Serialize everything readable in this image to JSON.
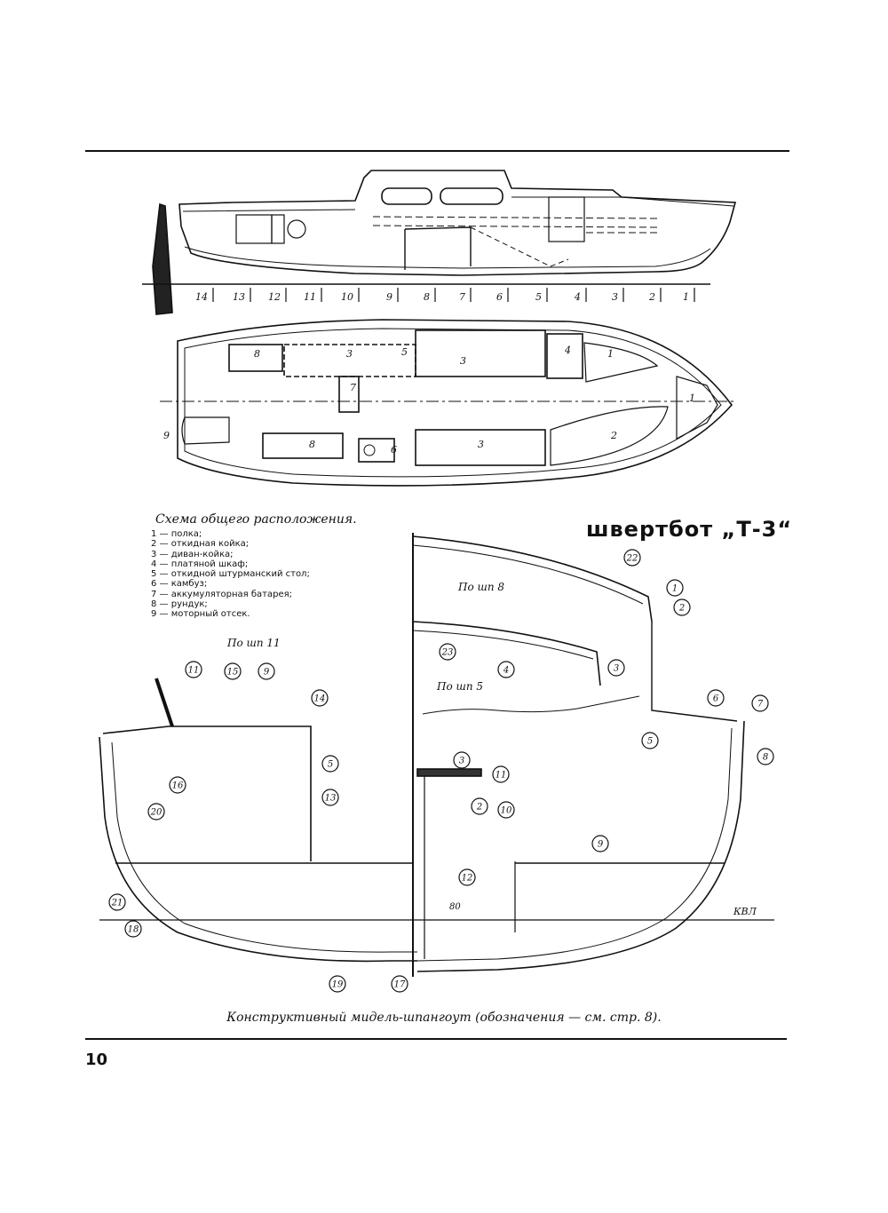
{
  "boat_title": "швертбот „Т-3“",
  "legend": {
    "title": "Схема общего расположения.",
    "items": [
      "1 — полка;",
      "2 — откидная койка;",
      "3 — диван-койка;",
      "4 — платяной шкаф;",
      "5 — откидной штурманский стол;",
      "6 — камбуз;",
      "7 — аккумуляторная батарея;",
      "8 — рундук;",
      "9 — моторный отсек."
    ]
  },
  "profile_view": {
    "frame_labels": [
      "14",
      "13",
      "12",
      "11",
      "10",
      "9",
      "8",
      "7",
      "6",
      "5",
      "4",
      "3",
      "2",
      "1"
    ]
  },
  "plan_view": {
    "zone_labels": [
      "8",
      "3",
      "5",
      "3",
      "4",
      "1",
      "7",
      "1",
      "9",
      "8",
      "6",
      "3",
      "2"
    ]
  },
  "section_view": {
    "label_frame_11": "По шп 11",
    "label_frame_8": "По шп 8",
    "label_frame_5": "По шп 5",
    "waterline_label": "КВЛ",
    "dimension_label": "80",
    "callouts": [
      "22",
      "1",
      "2",
      "23",
      "4",
      "3",
      "6",
      "7",
      "5",
      "8",
      "11",
      "15",
      "9",
      "14",
      "16",
      "20",
      "5",
      "13",
      "3",
      "11",
      "2",
      "10",
      "9",
      "12",
      "21",
      "18",
      "19",
      "17"
    ]
  },
  "caption": "Конструктивный мидель-шпангоут (обозначения — см. стр. 8).",
  "page_number": "10"
}
